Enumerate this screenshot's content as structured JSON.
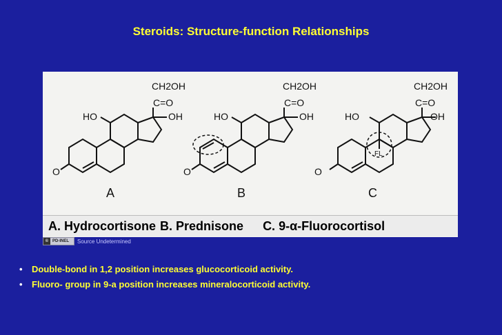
{
  "title": "Steroids:  Structure-function Relationships",
  "figure": {
    "structures": [
      {
        "letter": "A",
        "ch2oh": "CH2OH",
        "co": "C=O",
        "oh": "OH",
        "ho": "HO",
        "o": "O"
      },
      {
        "letter": "B",
        "ch2oh": "CH2OH",
        "co": "C=O",
        "oh": "OH",
        "ho": "HO",
        "o": "O"
      },
      {
        "letter": "C",
        "ch2oh": "CH2OH",
        "co": "C=O",
        "oh": "OH",
        "ho": "HO",
        "o": "O",
        "fl": "FL"
      }
    ],
    "caption": {
      "a": "A.  Hydrocortisone",
      "b": "B.  Prednisone",
      "c": "C.  9-α-Fluorocortisol"
    }
  },
  "source": {
    "badge": "PD-INEL",
    "text": "Source Undetermined"
  },
  "bullets": [
    "Double-bond in 1,2 position increases glucocorticoid activity.",
    "Fluoro- group in 9-a position increases mineralocorticoid activity."
  ],
  "colors": {
    "background": "#1b1f9e",
    "title": "#ffff33",
    "bullet_text": "#ffff33"
  }
}
